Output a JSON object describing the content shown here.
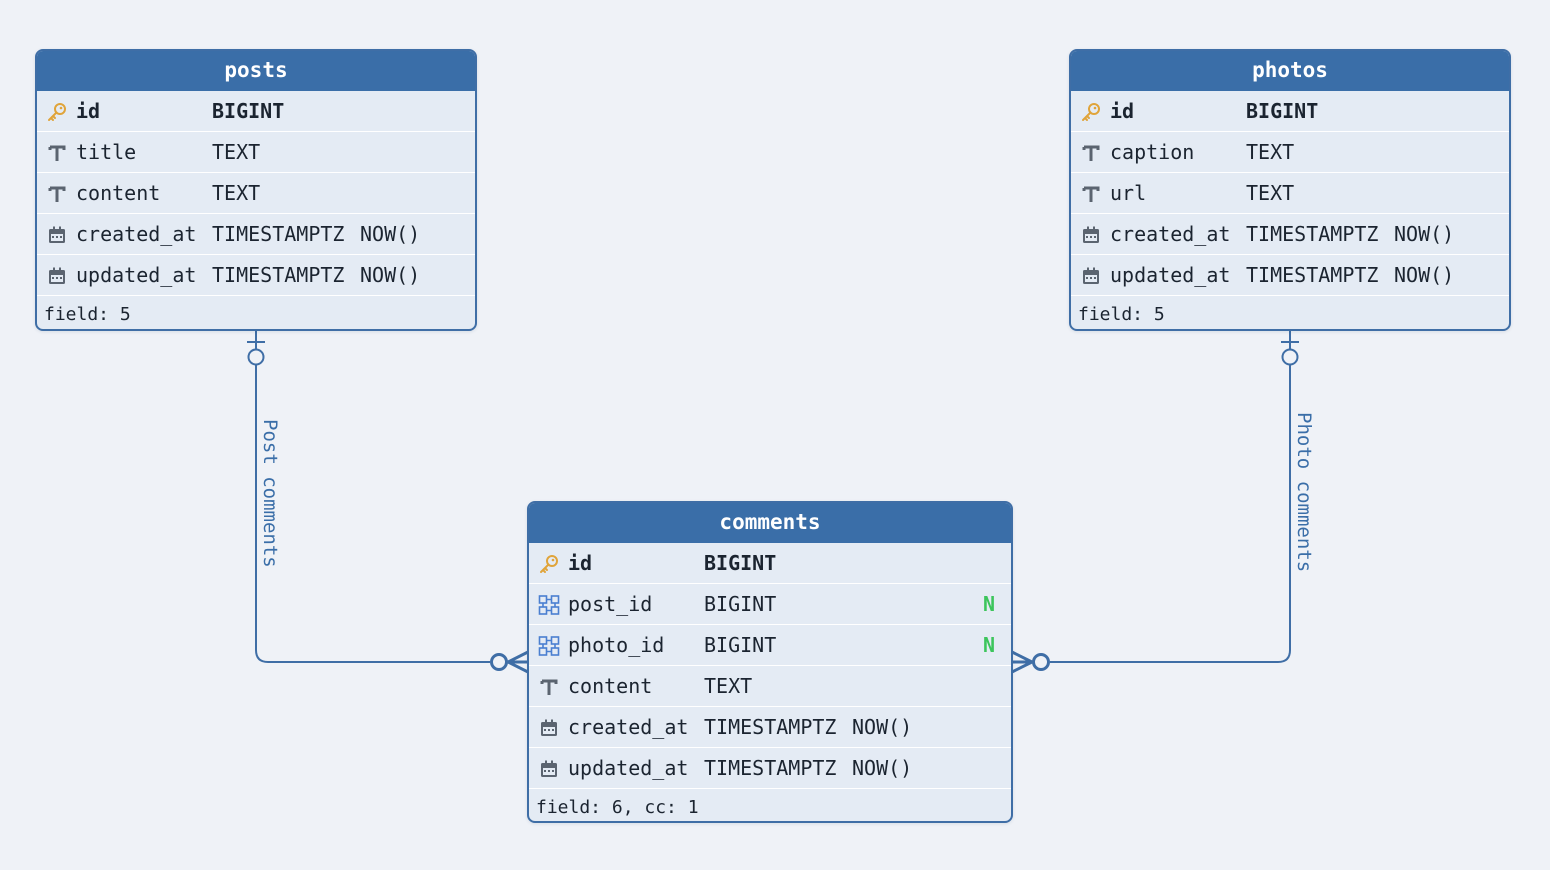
{
  "tables": {
    "posts": {
      "name": "posts",
      "rows": [
        {
          "name": "id",
          "type": "BIGINT",
          "default": "",
          "icon": "key-icon"
        },
        {
          "name": "title",
          "type": "TEXT",
          "default": "",
          "icon": "text-type-icon"
        },
        {
          "name": "content",
          "type": "TEXT",
          "default": "",
          "icon": "text-type-icon"
        },
        {
          "name": "created_at",
          "type": "TIMESTAMPTZ",
          "default": "NOW()",
          "icon": "calendar-icon"
        },
        {
          "name": "updated_at",
          "type": "TIMESTAMPTZ",
          "default": "NOW()",
          "icon": "calendar-icon"
        }
      ],
      "footer": "field: 5"
    },
    "photos": {
      "name": "photos",
      "rows": [
        {
          "name": "id",
          "type": "BIGINT",
          "default": "",
          "icon": "key-icon"
        },
        {
          "name": "caption",
          "type": "TEXT",
          "default": "",
          "icon": "text-type-icon"
        },
        {
          "name": "url",
          "type": "TEXT",
          "default": "",
          "icon": "text-type-icon"
        },
        {
          "name": "created_at",
          "type": "TIMESTAMPTZ",
          "default": "NOW()",
          "icon": "calendar-icon"
        },
        {
          "name": "updated_at",
          "type": "TIMESTAMPTZ",
          "default": "NOW()",
          "icon": "calendar-icon"
        }
      ],
      "footer": "field: 5"
    },
    "comments": {
      "name": "comments",
      "rows": [
        {
          "name": "id",
          "type": "BIGINT",
          "default": "",
          "icon": "key-icon"
        },
        {
          "name": "post_id",
          "type": "BIGINT",
          "default": "",
          "nullable": "N",
          "icon": "foreign-key-icon"
        },
        {
          "name": "photo_id",
          "type": "BIGINT",
          "default": "",
          "nullable": "N",
          "icon": "foreign-key-icon"
        },
        {
          "name": "content",
          "type": "TEXT",
          "default": "",
          "icon": "text-type-icon"
        },
        {
          "name": "created_at",
          "type": "TIMESTAMPTZ",
          "default": "NOW()",
          "icon": "calendar-icon"
        },
        {
          "name": "updated_at",
          "type": "TIMESTAMPTZ",
          "default": "NOW()",
          "icon": "calendar-icon"
        }
      ],
      "footer": "field: 6, cc: 1"
    }
  },
  "relations": {
    "post_comments": "Post comments",
    "photo_comments": "Photo comments"
  },
  "colors": {
    "header": "#3a6ea8",
    "edge": "#3f6ea6",
    "key": "#e0a43a",
    "nullable": "#3cc55c"
  }
}
